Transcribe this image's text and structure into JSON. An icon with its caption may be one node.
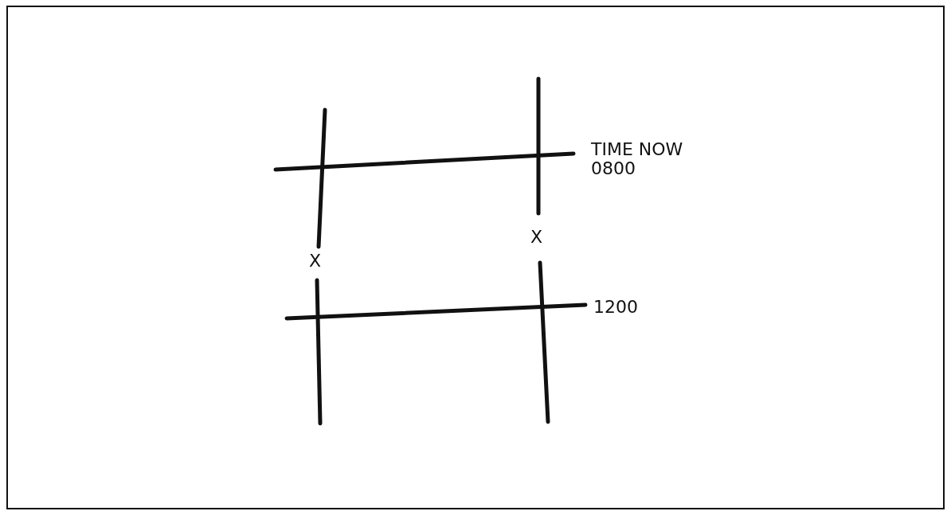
{
  "diagram": {
    "labels": [
      "TIME NOW 0800",
      "X",
      "X",
      "1200"
    ]
  }
}
